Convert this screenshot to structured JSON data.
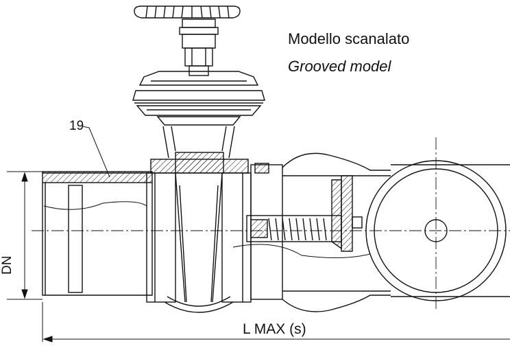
{
  "labels": {
    "title_it": "Modello scanalato",
    "title_en": "Grooved model",
    "part_number": "19",
    "dim_dn": "DN",
    "dim_length": "L MAX (s)"
  }
}
